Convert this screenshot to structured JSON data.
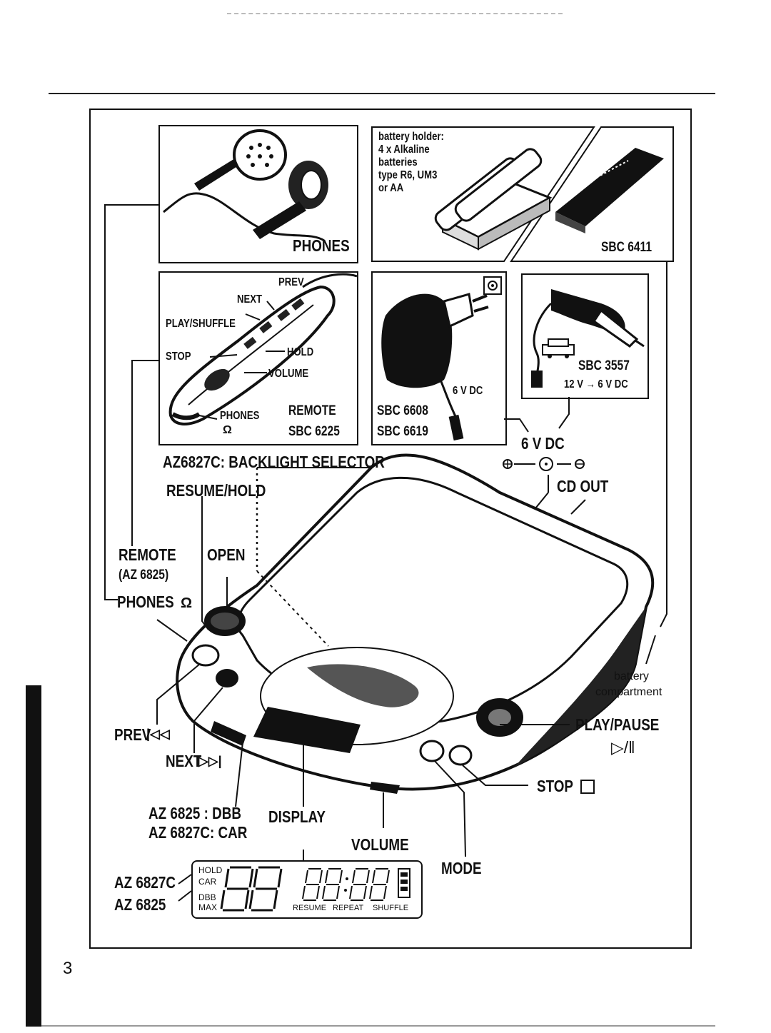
{
  "page_number": "3",
  "panels": {
    "phones": {
      "label": "PHONES"
    },
    "battery": {
      "holder_lines": [
        "battery holder:",
        "4 x Alkaline",
        "batteries",
        "type R6, UM3",
        "or AA"
      ],
      "pack_label": "SBC 6411"
    },
    "remote": {
      "labels": {
        "prev": "PREV",
        "next": "NEXT",
        "play_shuffle": "PLAY/SHUFFLE",
        "stop": "STOP",
        "hold": "HOLD",
        "volume": "VOLUME",
        "phones": "PHONES",
        "title": "REMOTE",
        "model": "SBC 6225"
      }
    },
    "adapter": {
      "voltage": "6 V DC",
      "model_1": "SBC 6608",
      "model_2": "SBC 6619"
    },
    "car": {
      "model": "SBC 3557",
      "voltage": "12 V → 6 V DC"
    }
  },
  "callouts": {
    "dc_in": "6 V  DC",
    "backlight": "AZ6827C: BACKLIGHT SELECTOR",
    "resume_hold": "RESUME/HOLD",
    "cd_out": "CD OUT",
    "remote_1": "REMOTE",
    "remote_2": "(AZ 6825)",
    "open": "OPEN",
    "phones": "PHONES",
    "battery_1": "battery",
    "battery_2": "compartment",
    "play_pause": "PLAY/PAUSE",
    "play_pause_symbols": "▷/‖",
    "prev": "PREV",
    "next": "NEXT",
    "stop": "STOP",
    "dbb_line": "AZ 6825   : DBB",
    "car_line": "AZ 6827C: CAR",
    "display": "DISPLAY",
    "volume": "VOLUME",
    "mode": "MODE",
    "model_1": "AZ 6827C",
    "model_2": "AZ 6825"
  },
  "lcd": {
    "hold": "HOLD",
    "car": "CAR",
    "dbb": "DBB",
    "max": "MAX",
    "resume": "RESUME",
    "repeat": "REPEAT",
    "shuffle": "SHUFFLE"
  }
}
